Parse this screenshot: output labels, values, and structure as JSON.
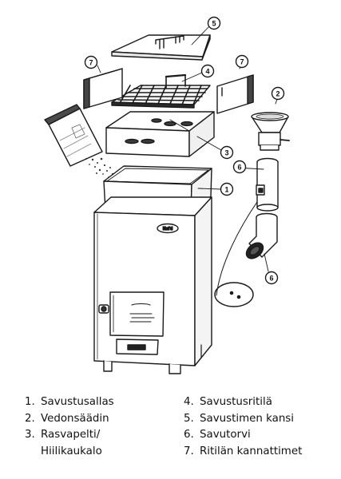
{
  "callouts": {
    "c1": "1",
    "c2": "2",
    "c3": "3",
    "c4": "4",
    "c5": "5",
    "c6a": "6",
    "c6b": "6",
    "c7a": "7",
    "c7b": "7"
  },
  "brand_label": "Nat'd",
  "legend": {
    "left": [
      {
        "num": "1.",
        "text": "Savustusallas"
      },
      {
        "num": "2.",
        "text": "Vedonsäädin"
      },
      {
        "num": "3.",
        "text": "Rasvapelti/"
      },
      {
        "num": "",
        "text": "Hiilikaukalo"
      }
    ],
    "right": [
      {
        "num": "4.",
        "text": "Savustusritilä"
      },
      {
        "num": "5.",
        "text": "Savustimen kansi"
      },
      {
        "num": "6.",
        "text": "Savutorvi"
      },
      {
        "num": "7.",
        "text": "Ritilän kannattimet"
      }
    ]
  }
}
